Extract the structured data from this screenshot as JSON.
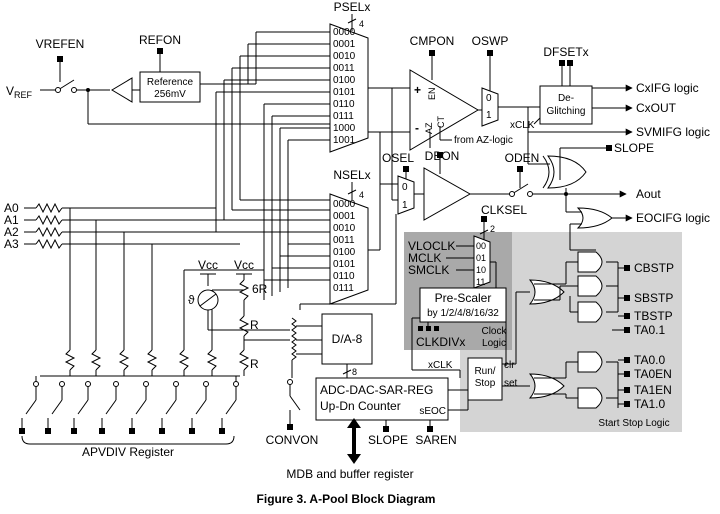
{
  "caption": "Figure 3.  A-Pool Block Diagram",
  "signals": {
    "vrefen": "VREFEN",
    "refon": "REFON",
    "vref": "V",
    "vref_sub": "REF",
    "reference_line1": "Reference",
    "reference_line2": "256mV",
    "pselx": "PSELx",
    "pselx_width": "4",
    "nselx": "NSELx",
    "nselx_width": "4",
    "cmpon": "CMPON",
    "oswp": "OSWP",
    "dfsetx": "DFSETx",
    "deglitch_line1": "De-",
    "deglitch_line2": "Glitching",
    "xclk": "xCLK",
    "from_az": "from AZ-logic",
    "cmp_en": "EN",
    "cmp_az": "AZ",
    "cmp_ct": "CT",
    "osel": "OSEL",
    "dbon": "DBON",
    "oden": "ODEN",
    "clksel": "CLKSEL",
    "clksel_width": "2",
    "vloclk": "VLOCLK",
    "mclk": "MCLK",
    "smclk": "SMCLK",
    "prescaler_line1": "Pre-Scaler",
    "prescaler_line2": "by 1/2/4/8/16/32",
    "clock_logic_line1": "Clock",
    "clock_logic_line2": "Logic",
    "clkdivx": "CLKDIVx",
    "da8": "D/A-8",
    "da_width": "8",
    "adc_line1": "ADC-DAC-SAR-REG",
    "adc_line2": "Up-Dn Counter",
    "seoc": "sEOC",
    "runstop_line1": "Run/",
    "runstop_line2": "Stop",
    "clr": "clr",
    "set": "set",
    "slope_bottom": "SLOPE",
    "saren": "SAREN",
    "convon": "CONVON",
    "vcc_1": "Vcc",
    "vcc_2": "Vcc",
    "r_6r": "6R",
    "r_1": "R",
    "r_2": "R",
    "theta": "ϑ",
    "a0": "A0",
    "a1": "A1",
    "a2": "A2",
    "a3": "A3",
    "apvdiv": "APVDIV Register",
    "mdb": "MDB and buffer register",
    "start_stop_logic": "Start Stop Logic"
  },
  "psel_codes": [
    "0000",
    "0001",
    "0010",
    "0011",
    "0100",
    "0101",
    "0110",
    "0111",
    "1000",
    "1001"
  ],
  "nsel_codes": [
    "0000",
    "0001",
    "0010",
    "0011",
    "0100",
    "0101",
    "0110",
    "0111"
  ],
  "clk_codes": [
    "00",
    "01",
    "10",
    "11"
  ],
  "mux_pins": [
    "0",
    "1"
  ],
  "outputs": {
    "cxifg": "CxIFG logic",
    "cxout": "CxOUT",
    "svmifg": "SVMIFG logic",
    "slope": "SLOPE",
    "aout": "Aout",
    "eocifg": "EOCIFG logic"
  },
  "start_stop_inputs": [
    "CBSTP",
    "SBSTP",
    "TBSTP",
    "TA0.1",
    "TA0.0",
    "TA0EN",
    "TA1EN",
    "TA1.0"
  ]
}
